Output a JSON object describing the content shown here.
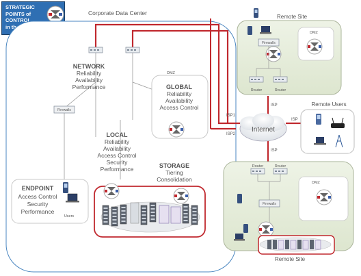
{
  "legend": {
    "title_lines": [
      "STRATEGIC",
      "POINTS of",
      "CONTROL",
      "in the DATA CENTER"
    ]
  },
  "labels": {
    "corporate_data_center": "Corporate Data Center",
    "remote_site_top": "Remote Site",
    "remote_site_bottom": "Remote Site",
    "remote_users": "Remote Users",
    "internet": "Internet",
    "isp": "ISP",
    "isp1": "ISP1",
    "isp2": "ISP2",
    "dmz": "DMZ",
    "router": "Router",
    "firewalls": "Firewalls",
    "users": "Users"
  },
  "network": {
    "title": "NETWORK",
    "lines": [
      "Reliability",
      "Availability",
      "Performance"
    ]
  },
  "global": {
    "title": "GLOBAL",
    "lines": [
      "Reliability",
      "Availability",
      "Access Control"
    ]
  },
  "local": {
    "title": "LOCAL",
    "lines": [
      "Reliability",
      "Availability",
      "Access Control",
      "Security",
      "Performance"
    ]
  },
  "storage": {
    "title": "STORAGE",
    "lines": [
      "Tiering",
      "Consolidation"
    ]
  },
  "endpoint": {
    "title": "ENDPOINT",
    "lines": [
      "Access Control",
      "Security",
      "Performance"
    ]
  },
  "colors": {
    "link_red": "#c0282e",
    "site_green": "#e6eddb",
    "frame_blue": "#4a86c0",
    "title_box": "#2f6fb3"
  }
}
